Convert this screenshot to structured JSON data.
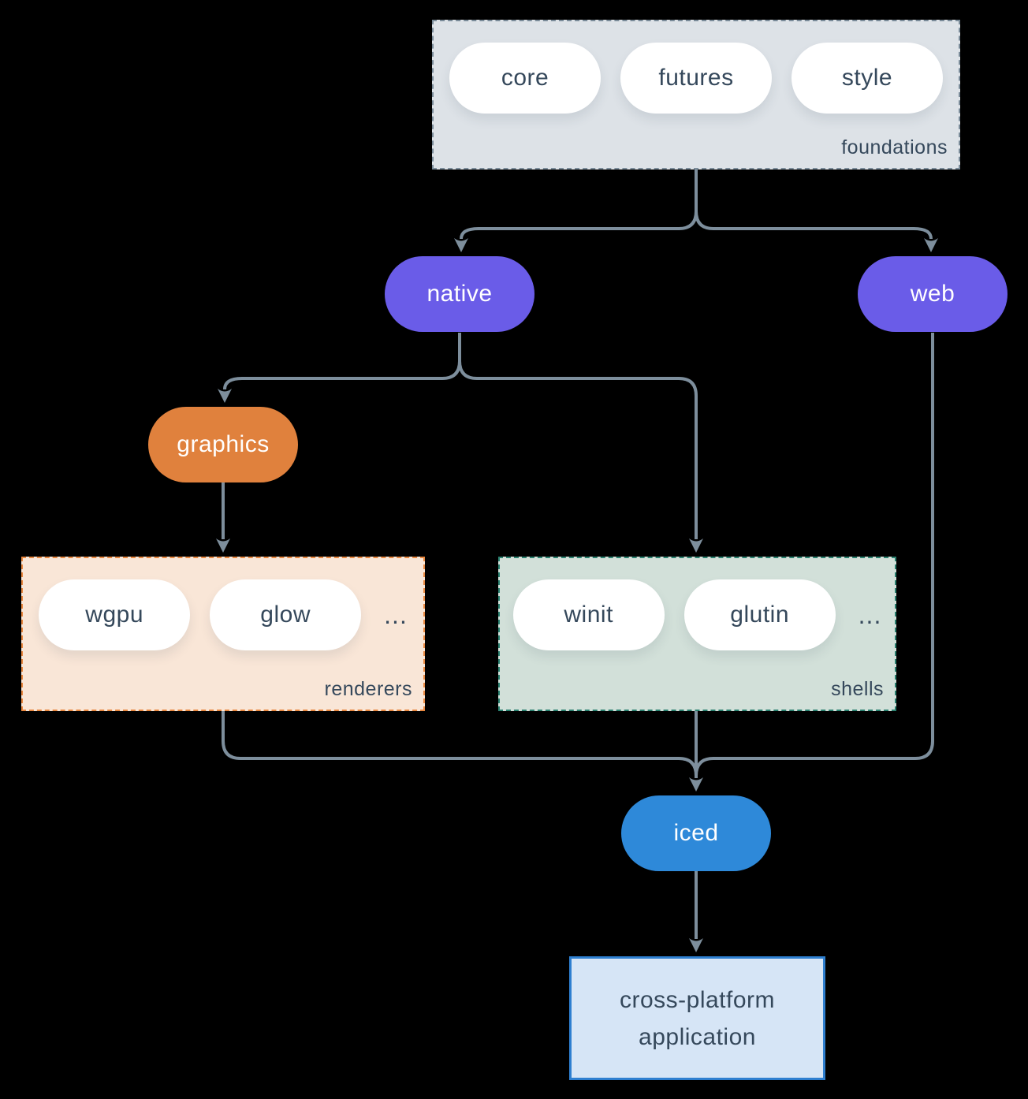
{
  "diagram": {
    "groups": {
      "foundations": {
        "label": "foundations",
        "pills": [
          "core",
          "futures",
          "style"
        ],
        "fill": "#dde2e7",
        "border": "#7a8b99"
      },
      "renderers": {
        "label": "renderers",
        "pills": [
          "wgpu",
          "glow"
        ],
        "ellipsis": "...",
        "fill": "#f9e6d7",
        "border": "#e8873f"
      },
      "shells": {
        "label": "shells",
        "pills": [
          "winit",
          "glutin"
        ],
        "ellipsis": "...",
        "fill": "#d2e0d9",
        "border": "#2a8170"
      }
    },
    "nodes": {
      "native": {
        "label": "native",
        "color": "#6a5ce8"
      },
      "web": {
        "label": "web",
        "color": "#6a5ce8"
      },
      "graphics": {
        "label": "graphics",
        "color": "#e0813d"
      },
      "iced": {
        "label": "iced",
        "color": "#2e89d9"
      },
      "application": {
        "line1": "cross-platform",
        "line2": "application",
        "fill": "#d6e5f6",
        "border": "#2e7fd0"
      }
    },
    "colors": {
      "background": "#000000",
      "arrow": "#7d8e9c",
      "pill_fill": "#ffffff",
      "pill_text": "#35485b"
    }
  }
}
